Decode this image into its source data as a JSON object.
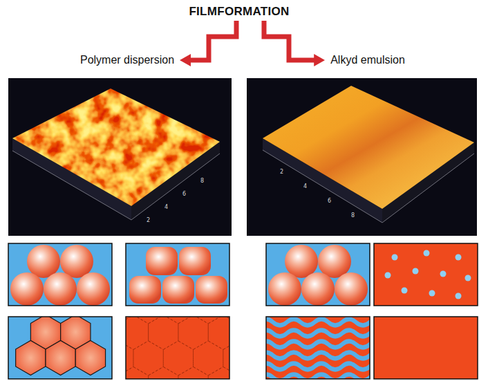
{
  "diagram": {
    "nodes": [
      {
        "text": [
          "FILMFORMATION"
        ]
      },
      {
        "text": [
          "Polymer dispersion"
        ]
      },
      {
        "text": [
          "Alkyd emulsion"
        ]
      }
    ],
    "edges": [
      {
        "from": 0,
        "to": 1,
        "arrow": "to"
      },
      {
        "from": 0,
        "to": 2,
        "arrow": "to"
      }
    ],
    "labels": [
      "2",
      "4",
      "6",
      "8",
      "2",
      "4",
      "6",
      "8"
    ]
  }
}
